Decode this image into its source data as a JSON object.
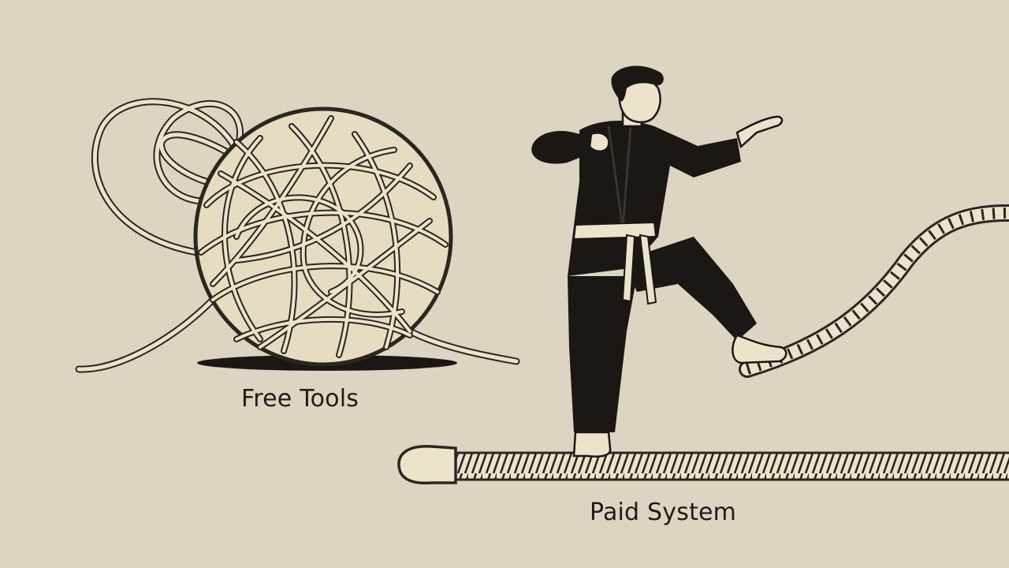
{
  "illustration": {
    "background_color": "#dcd5c2",
    "ink_color": "#1e1c18",
    "rope_color": "#eae1c9",
    "left_panel": {
      "object": "tangled-yarn-ball",
      "caption": "Free Tools"
    },
    "right_panel": {
      "object": "martial-artist-on-rope",
      "caption": "Paid System"
    }
  }
}
